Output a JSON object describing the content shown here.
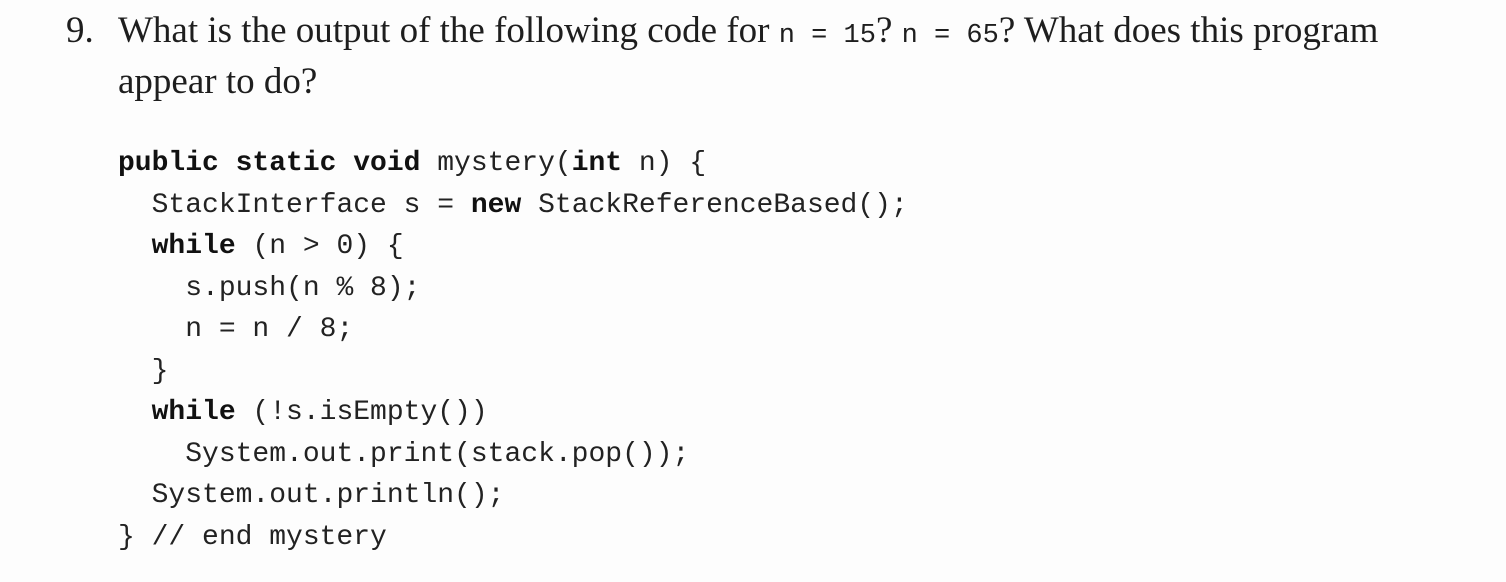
{
  "question": {
    "number": "9.",
    "text_part1": "What is the output of the following code for ",
    "code_n1": "n  =  15",
    "text_part2": "? ",
    "code_n2": "n  =  65",
    "text_part3": "? What does this program appear to do?"
  },
  "code": {
    "line1": {
      "kw1": "public static void",
      "rest": " mystery(",
      "kw2": "int",
      "end": " n) {"
    },
    "line2": {
      "indent": "  ",
      "pre": "StackInterface s = ",
      "kw": "new",
      "post": " StackReferenceBased();"
    },
    "line3": {
      "indent": "  ",
      "kw": "while",
      "post": " (n > 0) {"
    },
    "line4": {
      "indent": "    ",
      "text": "s.push(n % 8);"
    },
    "line5": {
      "indent": "    ",
      "text": "n = n / 8;"
    },
    "line6": {
      "indent": "  ",
      "text": "}"
    },
    "line7": {
      "indent": "  ",
      "kw": "while",
      "post": " (!s.isEmpty())"
    },
    "line8": {
      "indent": "    ",
      "text": "System.out.print(stack.pop());"
    },
    "line9": {
      "indent": "  ",
      "text": "System.out.println();"
    },
    "line10": {
      "text": "} // end mystery"
    }
  }
}
